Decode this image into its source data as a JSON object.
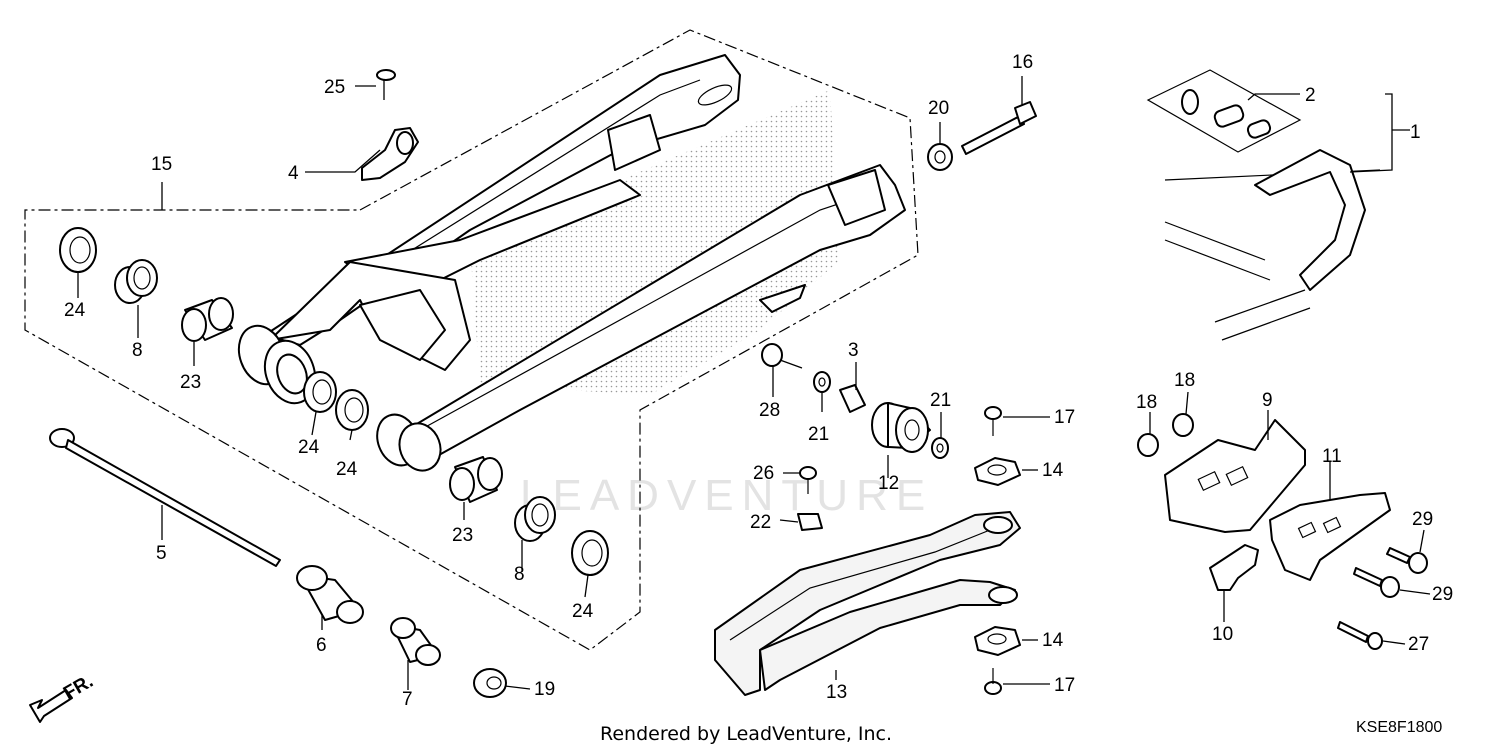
{
  "labels": {
    "l1": "1",
    "l2": "2",
    "l3": "3",
    "l4": "4",
    "l5": "5",
    "l6": "6",
    "l7": "7",
    "l8a": "8",
    "l8b": "8",
    "l9": "9",
    "l10": "10",
    "l11": "11",
    "l12": "12",
    "l13": "13",
    "l14a": "14",
    "l14b": "14",
    "l15": "15",
    "l16": "16",
    "l17a": "17",
    "l17b": "17",
    "l18a": "18",
    "l18b": "18",
    "l19": "19",
    "l20": "20",
    "l21a": "21",
    "l21b": "21",
    "l22": "22",
    "l23a": "23",
    "l23b": "23",
    "l24a": "24",
    "l24b": "24",
    "l24c": "24",
    "l24d": "24",
    "l25": "25",
    "l26": "26",
    "l27": "27",
    "l28": "28",
    "l29a": "29",
    "l29b": "29"
  },
  "direction_marker": "FR.",
  "footer_credit": "Rendered by LeadVenture, Inc.",
  "diagram_code": "KSE8F1800",
  "watermark": "LEADVENTURE"
}
